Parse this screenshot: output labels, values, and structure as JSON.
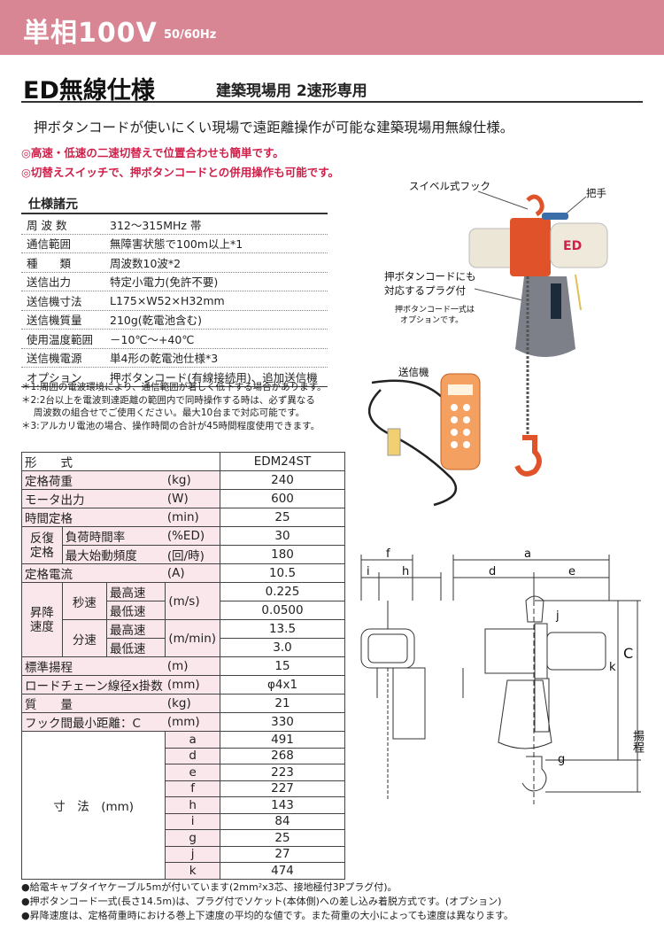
{
  "header": {
    "main": "単相100V",
    "sub": "50/60Hz"
  },
  "title": {
    "main": "ED無線仕様",
    "sub": "建築現場用 2速形専用"
  },
  "intro": "押ボタンコードが使いにくい現場で遠距離操作が可能な建築現場用無線仕様。",
  "features": [
    "◎高速・低速の二速切替えで位置合わせも簡単です。",
    "◎切替えスイッチで、押ボタンコードとの併用操作も可能です。"
  ],
  "spec": {
    "title": "仕様諸元",
    "rows": [
      {
        "key": "周 波 数",
        "value": "312～315MHz 帯"
      },
      {
        "key": "通信範囲",
        "value": "無障害状態で100m以上*1"
      },
      {
        "key": "種　　類",
        "value": "周波数10波*2"
      },
      {
        "key": "送信出力",
        "value": "特定小電力(免許不要)"
      },
      {
        "key": "送信機寸法",
        "value": "L175×W52×H32mm"
      },
      {
        "key": "送信機質量",
        "value": "210g(乾電池含む)"
      },
      {
        "key": "使用温度範囲",
        "value": "－10℃～+40℃"
      },
      {
        "key": "送信機電源",
        "value": "単4形の乾電池仕様*3"
      },
      {
        "key": "オプション",
        "value": "押ボタンコード(有線接続用)、追加送信機"
      }
    ]
  },
  "notes": [
    "＊1:周囲の電波環境により、通信範囲が著しく低下する場合があります。",
    "＊2:2台以上を電波到達距離の範囲内で同時操作する時は、必ず異なる",
    "　  周波数の組合せでご使用ください。最大10台まで対応可能です。",
    "＊3:アルカリ電池の場合、操作時間の合計が45時間程度使用できます。"
  ],
  "photo_labels": {
    "swivel_hook": "スイベル式フック",
    "handle": "把手",
    "plug_line1": "押ボタンコードにも",
    "plug_line2": "対応するプラグ付",
    "cord_note1": "押ボタンコード一式は",
    "cord_note2": "オプションです。",
    "transmitter": "送信機",
    "brand": "ED"
  },
  "table": {
    "model_label": "形　　式",
    "model": "EDM24ST",
    "rated_load": {
      "label": "定格荷重",
      "unit": "(kg)",
      "value": "240"
    },
    "motor_output": {
      "label": "モータ出力",
      "unit": "(W)",
      "value": "600"
    },
    "time_rating": {
      "label": "時間定格",
      "unit": "(min)",
      "value": "25"
    },
    "repeat_label": "反復定格",
    "duty": {
      "label": "負荷時間率",
      "unit": "(%ED)",
      "value": "30"
    },
    "starts": {
      "label": "最大始動頻度",
      "unit": "(回/時)",
      "value": "180"
    },
    "current": {
      "label": "定格電流",
      "unit": "(A)",
      "value": "10.5"
    },
    "speed_label": "昇降速度",
    "sec_label": "秒速",
    "min_label": "分速",
    "high_label": "最高速",
    "low_label": "最低速",
    "unit_ms": "(m/s)",
    "unit_mmin": "(m/min)",
    "sec_high": "0.225",
    "sec_low": "0.0500",
    "min_high": "13.5",
    "min_low": "3.0",
    "lift": {
      "label": "標準揚程",
      "unit": "(m)",
      "value": "15"
    },
    "chain": {
      "label": "ロードチェーン線径x掛数",
      "unit": "(mm)",
      "value": "φ4x1"
    },
    "mass": {
      "label": "質　　量",
      "unit": "(kg)",
      "value": "21"
    },
    "hook_dist": {
      "label": "フック間最小距離：C",
      "unit": "(mm)",
      "value": "330"
    },
    "dims_label": "寸　法　(mm)",
    "dims": [
      {
        "key": "a",
        "value": "491"
      },
      {
        "key": "d",
        "value": "268"
      },
      {
        "key": "e",
        "value": "223"
      },
      {
        "key": "f",
        "value": "227"
      },
      {
        "key": "h",
        "value": "143"
      },
      {
        "key": "i",
        "value": "84"
      },
      {
        "key": "g",
        "value": "25"
      },
      {
        "key": "j",
        "value": "27"
      },
      {
        "key": "k",
        "value": "474"
      }
    ]
  },
  "drawing_labels": {
    "f": "f",
    "i": "i",
    "h": "h",
    "a": "a",
    "d": "d",
    "e": "e",
    "j": "j",
    "k": "k",
    "c": "C",
    "g": "g",
    "lift": "揚程"
  },
  "footnotes": [
    "●給電キャブタイヤケーブル5mが付いています(2mm²x3芯、接地極付3Pプラグ付)。",
    "●押ボタンコード一式(長さ14.5m)は、プラグ付でソケット(本体側)への差し込み着脱方式です。(オプション)",
    "●昇降速度は、定格荷重時における巻上下速度の平均的な値です。また荷重の大小によっても速度は異なります。"
  ],
  "colors": {
    "header": "#d88594",
    "feature_text": "#d0204a",
    "table_pink": "#fae7eb",
    "hoist_orange": "#e0532a"
  }
}
